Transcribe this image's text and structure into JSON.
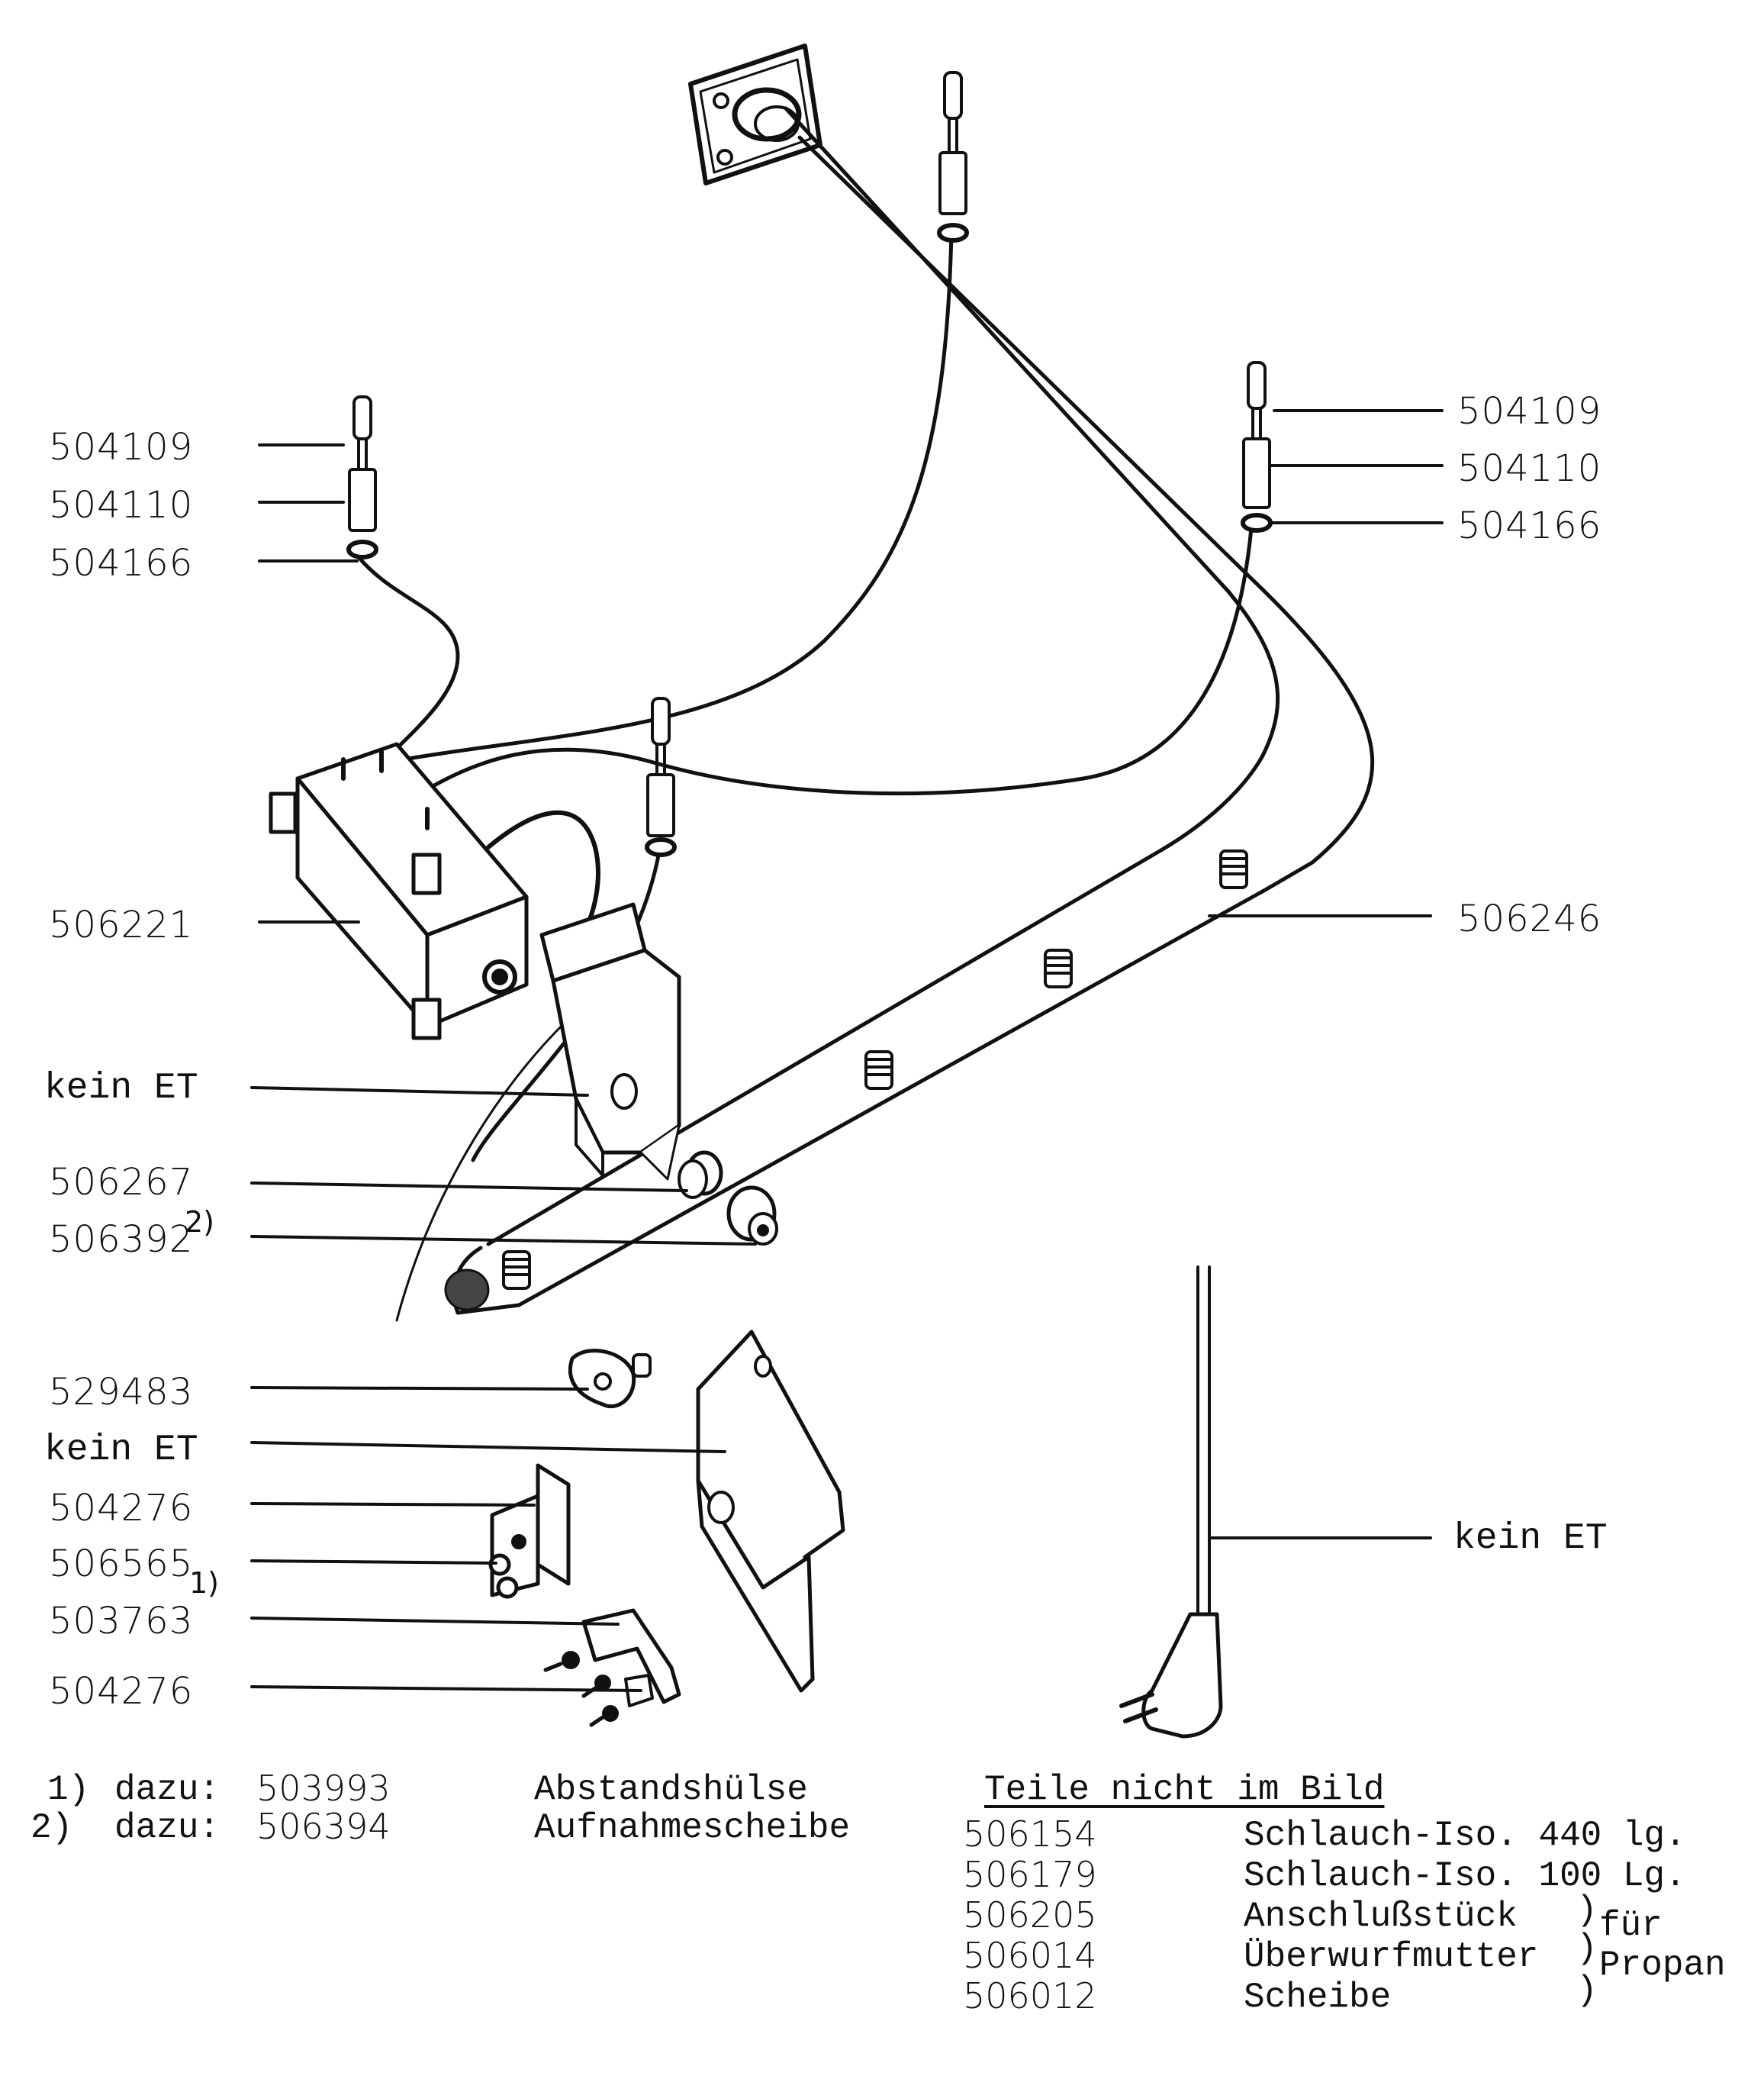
{
  "callouts_left": {
    "c1": "504109",
    "c2": "504110",
    "c3": "504166",
    "c4": "506221",
    "c5": "kein ET",
    "c6": "506267",
    "c7": "506392",
    "c7_sup": "2)",
    "c8": "529483",
    "c9": "kein ET",
    "c10": "504276",
    "c11": "506565",
    "c11_sup": "1)",
    "c12": "503763",
    "c13": "504276"
  },
  "callouts_right": {
    "r1": "504109",
    "r2": "504110",
    "r3": "504166",
    "r4": "506246",
    "r5": "kein ET"
  },
  "footnotes": [
    {
      "mark": "1)",
      "prefix": "dazu:",
      "part": "503993",
      "desc": "Abstandshülse"
    },
    {
      "mark": "2)",
      "prefix": "dazu:",
      "part": "506394",
      "desc": "Aufnahmescheibe"
    }
  ],
  "parts_table": {
    "heading": "Teile nicht im Bild",
    "rows": [
      {
        "part": "506154",
        "desc": "Schlauch-Iso. 440 lg."
      },
      {
        "part": "506179",
        "desc": "Schlauch-Iso. 100 Lg."
      },
      {
        "part": "506205",
        "desc": "Anschlußstück"
      },
      {
        "part": "506014",
        "desc": "Überwurfmutter"
      },
      {
        "part": "506012",
        "desc": "Scheibe"
      }
    ],
    "brace_note_line1": "für",
    "brace_note_line2": "Propan"
  }
}
